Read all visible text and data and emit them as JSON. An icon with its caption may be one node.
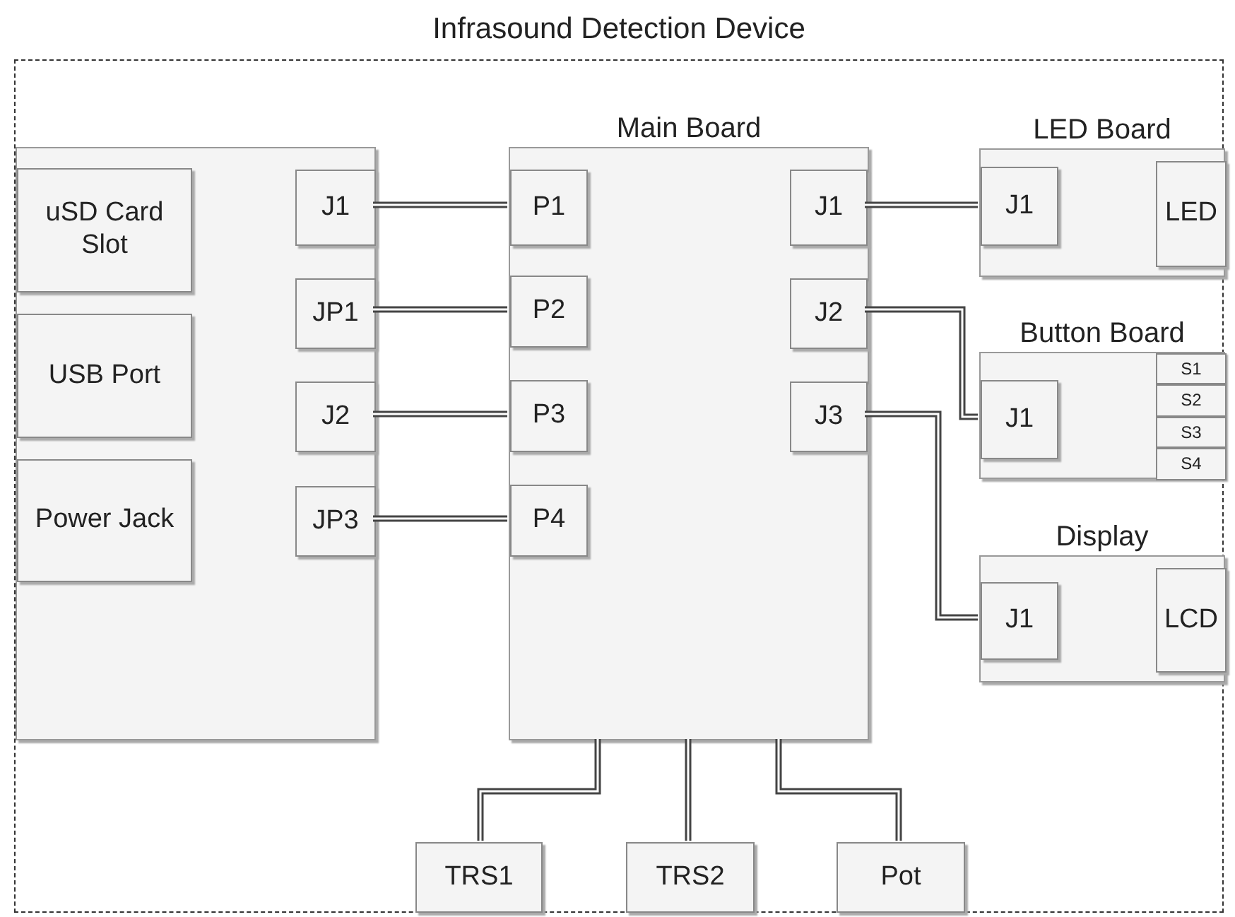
{
  "diagram": {
    "nodes": [
      {
        "text": [
          "Infrasound Detection Device"
        ]
      },
      {
        "text": [],
        "shape": "box",
        "in": 0
      },
      {
        "text": [
          "uSD Card Slot"
        ],
        "in": 1
      },
      {
        "text": [
          "USB Port"
        ],
        "in": 1
      },
      {
        "text": [
          "Power Jack"
        ],
        "in": 1
      },
      {
        "text": [
          "J1"
        ],
        "in": 1
      },
      {
        "text": [
          "JP1"
        ],
        "in": 1
      },
      {
        "text": [
          "J2"
        ],
        "in": 1
      },
      {
        "text": [
          "JP3"
        ],
        "in": 1
      },
      {
        "text": [
          "Main Board"
        ],
        "in": 0
      },
      {
        "text": [
          "P1"
        ],
        "in": 9
      },
      {
        "text": [
          "P2"
        ],
        "in": 9
      },
      {
        "text": [
          "P3"
        ],
        "in": 9
      },
      {
        "text": [
          "P4"
        ],
        "in": 9
      },
      {
        "text": [
          "J1"
        ],
        "in": 9
      },
      {
        "text": [
          "J2"
        ],
        "in": 9
      },
      {
        "text": [
          "J3"
        ],
        "in": 9
      },
      {
        "text": [
          "LED Board"
        ],
        "in": 0
      },
      {
        "text": [
          "J1"
        ],
        "in": 17
      },
      {
        "text": [
          "LED"
        ],
        "in": 17
      },
      {
        "text": [
          "Button Board"
        ],
        "in": 0
      },
      {
        "text": [
          "J1"
        ],
        "in": 20
      },
      {
        "text": [
          "S1"
        ],
        "in": 20
      },
      {
        "text": [
          "S2"
        ],
        "in": 20
      },
      {
        "text": [
          "S3"
        ],
        "in": 20
      },
      {
        "text": [
          "S4"
        ],
        "in": 20
      },
      {
        "text": [
          "Display"
        ],
        "in": 0
      },
      {
        "text": [
          "J1"
        ],
        "in": 26
      },
      {
        "text": [
          "LCD"
        ],
        "in": 26
      },
      {
        "text": [
          "TRS1"
        ],
        "in": 0
      },
      {
        "text": [
          "TRS2"
        ],
        "in": 0
      },
      {
        "text": [
          "Pot"
        ],
        "in": 0
      }
    ],
    "edges": [
      {
        "from": 5,
        "to": 10,
        "arrow": "none"
      },
      {
        "from": 6,
        "to": 11,
        "arrow": "none"
      },
      {
        "from": 7,
        "to": 12,
        "arrow": "none"
      },
      {
        "from": 8,
        "to": 13,
        "arrow": "none"
      },
      {
        "from": 14,
        "to": 18,
        "arrow": "none"
      },
      {
        "from": 15,
        "to": 21,
        "arrow": "none"
      },
      {
        "from": 16,
        "to": 27,
        "arrow": "none"
      },
      {
        "from": 9,
        "to": 29,
        "arrow": "none"
      },
      {
        "from": 9,
        "to": 30,
        "arrow": "none"
      },
      {
        "from": 9,
        "to": 31,
        "arrow": "none"
      }
    ]
  }
}
